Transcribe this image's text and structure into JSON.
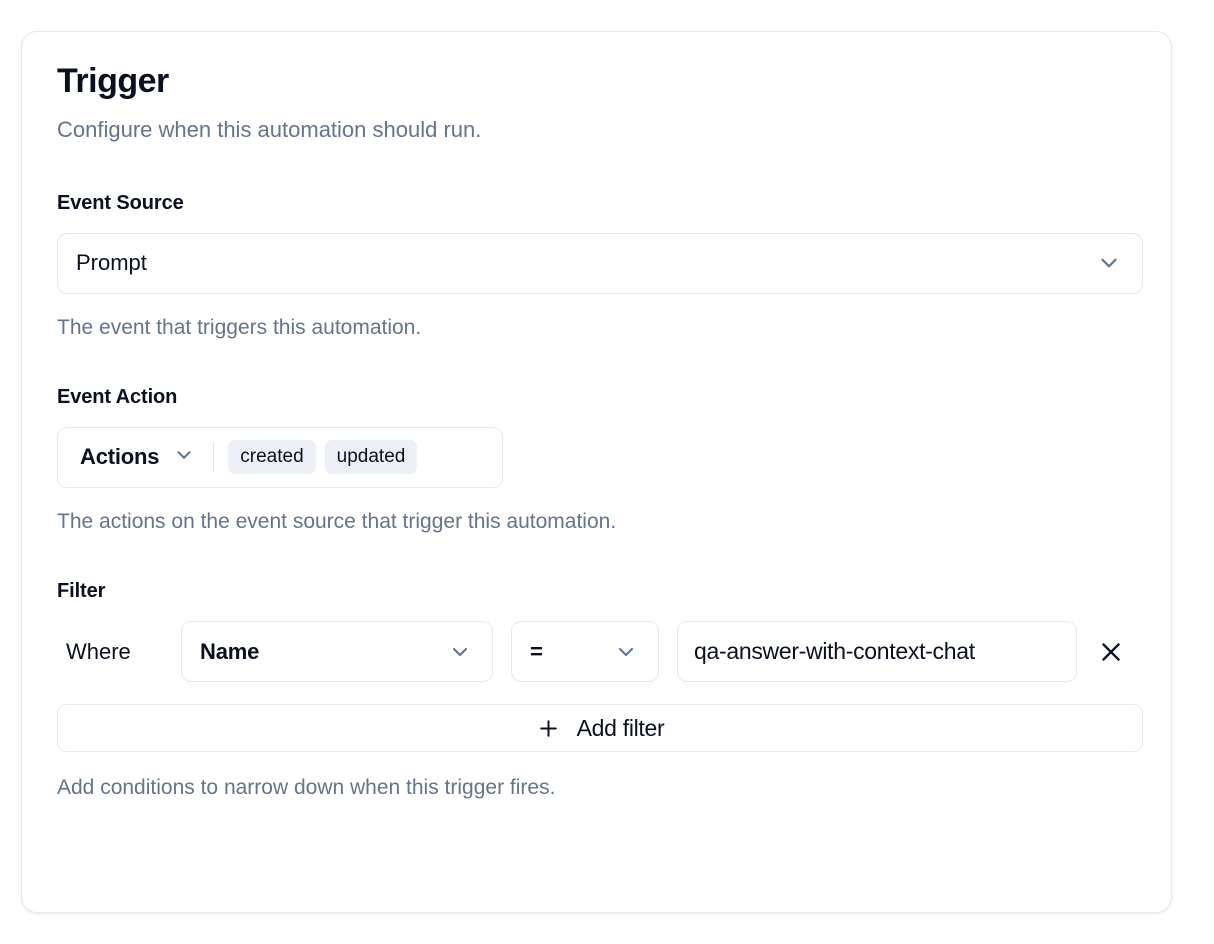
{
  "card": {
    "title": "Trigger",
    "subtitle": "Configure when this automation should run."
  },
  "event_source": {
    "label": "Event Source",
    "selected": "Prompt",
    "help": "The event that triggers this automation.",
    "chevron_icon": "chevron-down-icon"
  },
  "event_action": {
    "label": "Event Action",
    "trigger_label": "Actions",
    "chips": [
      "created",
      "updated"
    ],
    "help": "The actions on the event source that trigger this automation.",
    "chevron_icon": "chevron-down-icon"
  },
  "filter": {
    "label": "Filter",
    "where_label": "Where",
    "field": "Name",
    "operator": "=",
    "value": "qa-answer-with-context-chat",
    "remove_icon": "close-icon",
    "add_button": {
      "label": "Add filter",
      "icon": "plus-icon"
    },
    "help": "Add conditions to narrow down when this trigger fires."
  },
  "colors": {
    "text_primary": "#0b1020",
    "text_muted": "#64748b",
    "border": "#e6e8ef",
    "chip_bg": "#eef0f7",
    "card_bg": "#ffffff",
    "page_bg": "#ffffff"
  }
}
